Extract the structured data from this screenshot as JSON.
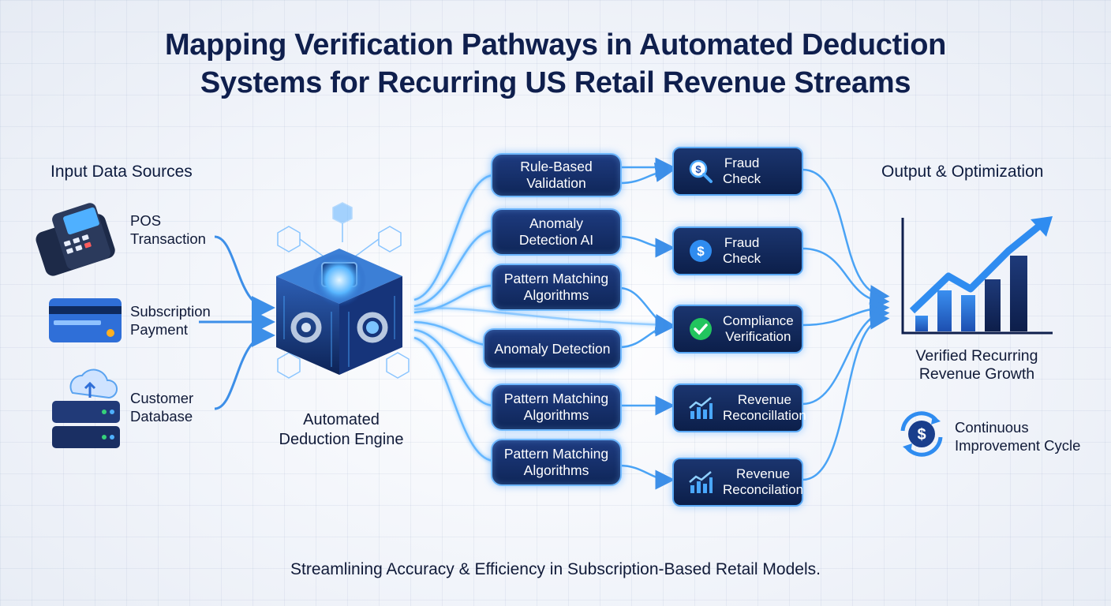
{
  "title": {
    "line1": "Mapping Verification Pathways in Automated Deduction",
    "line2": "Systems for Recurring US Retail Revenue Streams"
  },
  "inputs": {
    "heading": "Input Data Sources",
    "items": [
      {
        "label": "POS\nTransaction",
        "icon": "pos-terminal-icon"
      },
      {
        "label": "Subscription\nPayment",
        "icon": "credit-card-icon"
      },
      {
        "label": "Customer\nDatabase",
        "icon": "cloud-database-icon"
      }
    ]
  },
  "engine": {
    "label": "Automated\nDeduction Engine",
    "icon": "processor-cube-icon"
  },
  "pathways": [
    "Rule-Based\nValidation",
    "Anomaly\nDetection AI",
    "Pattern Matching\nAlgorithms",
    "Anomaly Detection",
    "Pattern Matching\nAlgorithms",
    "Pattern Matching\nAlgorithms"
  ],
  "checks": [
    {
      "label": "Fraud\nCheck",
      "icon": "magnifier-dollar-icon"
    },
    {
      "label": "Fraud\nCheck",
      "icon": "dollar-circle-icon"
    },
    {
      "label": "Compliance\nVerification",
      "icon": "checkmark-circle-icon"
    },
    {
      "label": "Revenue\nReconcillation",
      "icon": "growth-bars-icon"
    },
    {
      "label": "Revenue\nReconcilation",
      "icon": "growth-bars-icon"
    }
  ],
  "output": {
    "heading": "Output & Optimization",
    "chart_label": "Verified Recurring\nRevenue Growth",
    "cycle_label": "Continuous\nImprovement Cycle",
    "chart_icon": "growth-chart-icon",
    "cycle_icon": "dollar-cycle-icon"
  },
  "footer": "Streamlining Accuracy & Efficiency in Subscription-Based Retail Models.",
  "colors": {
    "navy": "#0f2658",
    "glow": "#4aa8ff",
    "accent": "#1f6fe0",
    "green": "#22c55e"
  }
}
